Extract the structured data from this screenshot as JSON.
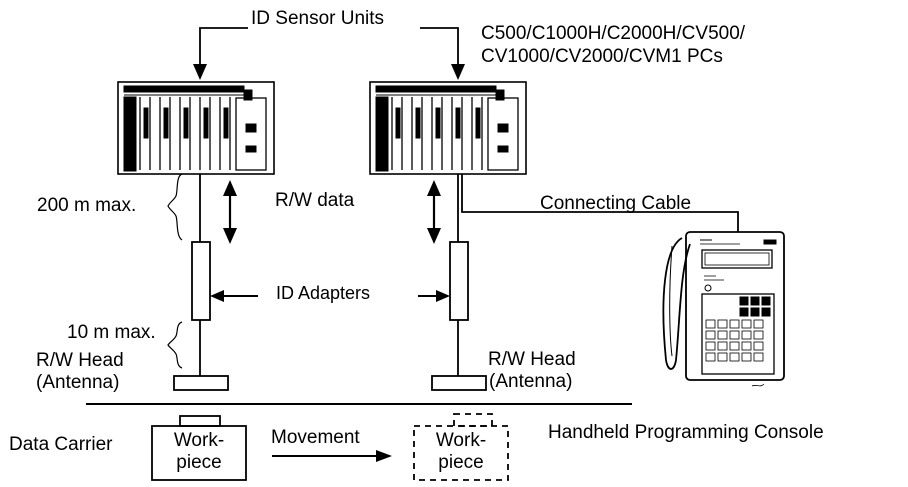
{
  "labels": {
    "id_sensor_units": "ID Sensor Units",
    "pcs_line1": "C500/C1000H/C2000H/CV500/",
    "pcs_line2": "CV1000/CV2000/CVM1 PCs",
    "max_200": "200 m max.",
    "rw_data": "R/W data",
    "connecting_cable": "Connecting Cable",
    "id_adapters": "ID Adapters",
    "max_10": "10 m max.",
    "rw_head_left_1": "R/W Head",
    "rw_head_left_2": "(Antenna)",
    "rw_head_right_1": "R/W Head",
    "rw_head_right_2": "(Antenna)",
    "data_carrier": "Data Carrier",
    "movement": "Movement",
    "workpiece_left_1": "Work-",
    "workpiece_left_2": "piece",
    "workpiece_right_1": "Work-",
    "workpiece_right_2": "piece",
    "console": "Handheld Programming Console"
  },
  "icons": {
    "plc_rack": "plc-rack-icon",
    "id_adapter": "id-adapter-icon",
    "rw_head": "rw-head-icon",
    "console": "handheld-console-icon"
  },
  "colors": {
    "ink": "#000000",
    "background": "#ffffff"
  }
}
